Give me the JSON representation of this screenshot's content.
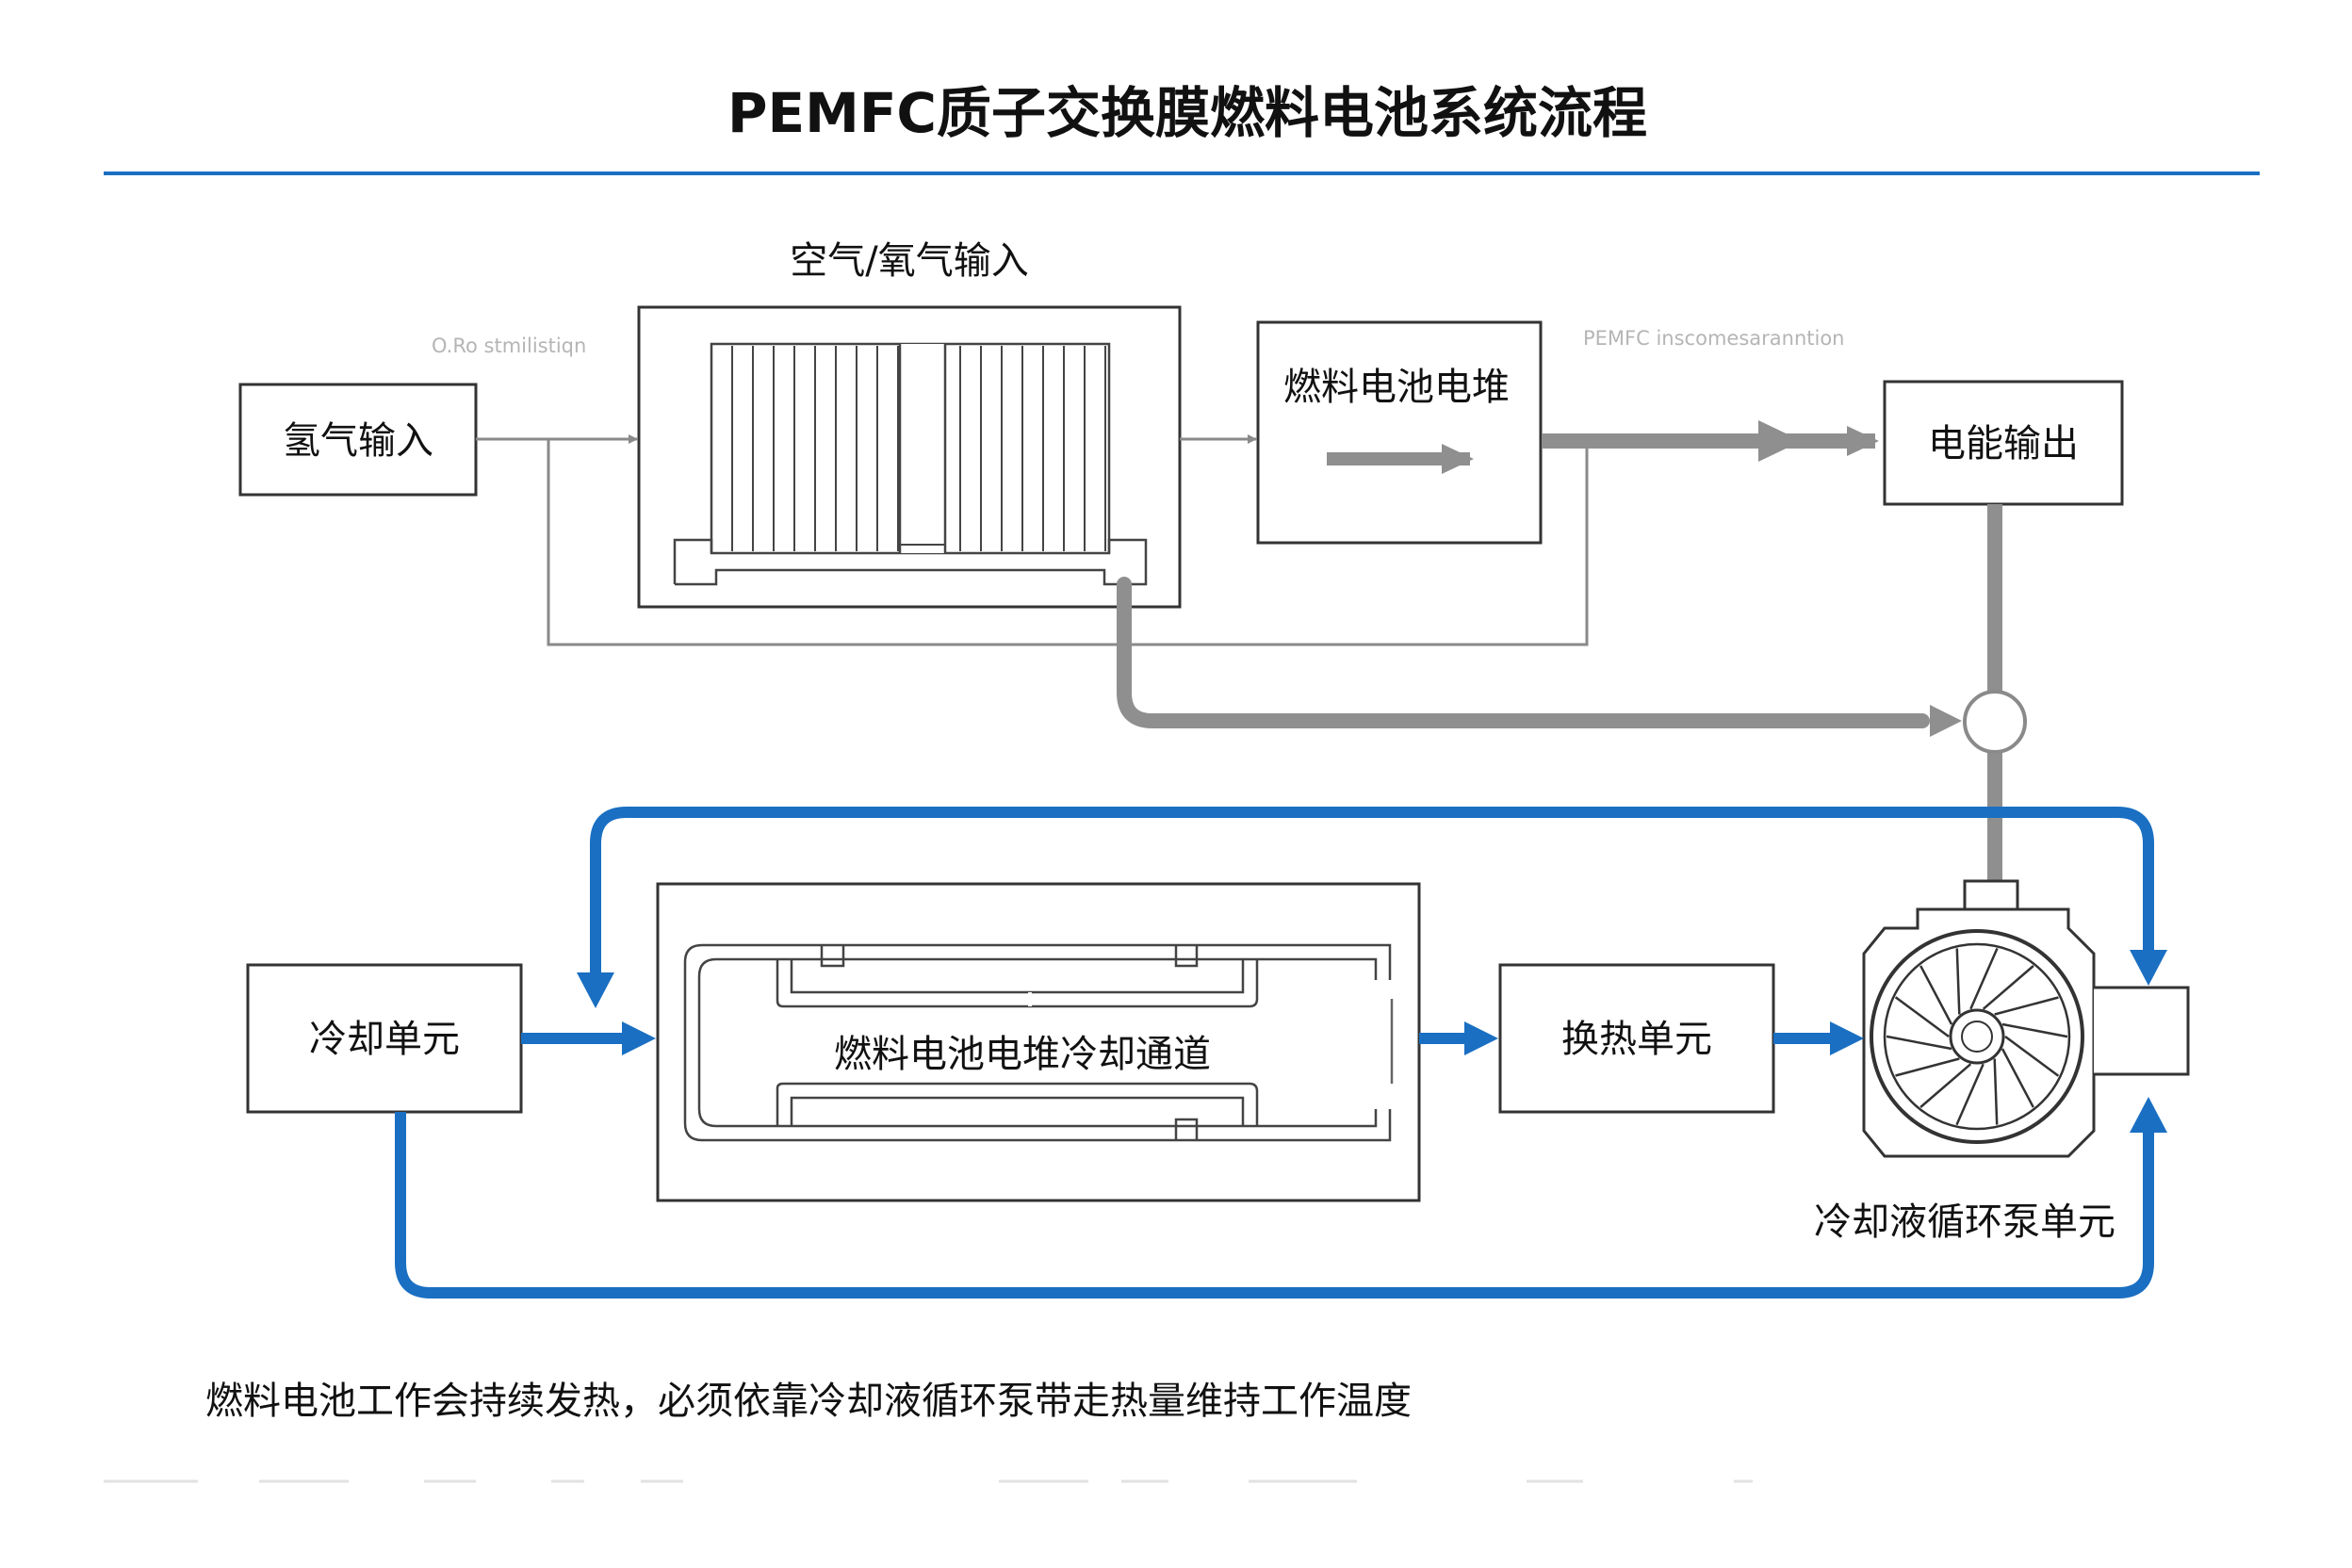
{
  "title": "PEMFC质子交换膜燃料电池系统流程",
  "colors": {
    "accent_blue": "#1a6fc2",
    "flow_gray": "#8f8f8f",
    "rule_blue": "#1a6fc2"
  },
  "nodes": {
    "hydrogen_in": "氢气输入",
    "air_in": "空气/氧气输入",
    "stack": "燃料电池电堆",
    "power_out": "电能输出",
    "cooling_unit": "冷却单元",
    "cooling_channel": "燃料电池电堆冷却通道",
    "heat_exchange": "换热单元",
    "pump": "冷却液循环泵单元"
  },
  "faint_labels": {
    "left": "O.Ro stmilistiqn",
    "right": "PEMFC inscomesaranntion"
  },
  "caption": "燃料电池工作会持续发热，必须依靠冷却液循环泵带走热量维持工作温度"
}
